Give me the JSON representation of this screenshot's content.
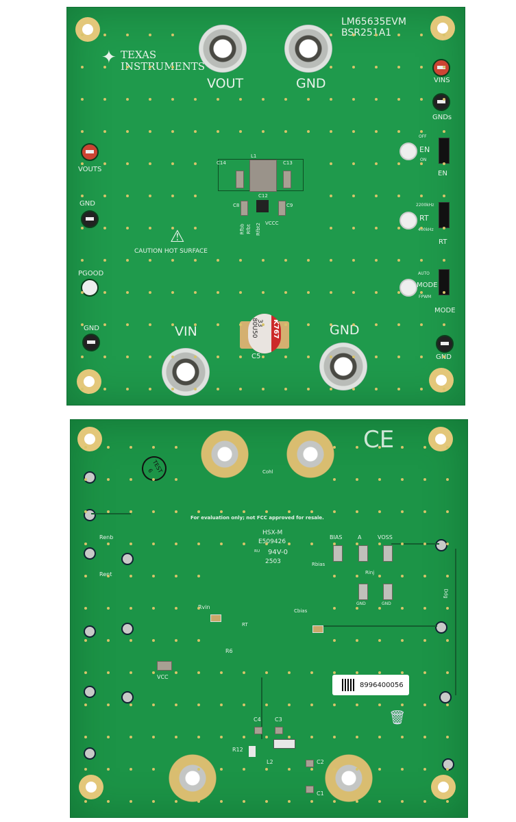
{
  "top_board": {
    "board_id": [
      "LM65635EVM",
      "BSR251A1"
    ],
    "logo": {
      "line1": "TEXAS",
      "line2": "INSTRUMENTS"
    },
    "terminals": {
      "vout": "VOUT",
      "gnd_top": "GND",
      "vin": "VIN",
      "gnd_bottom": "GND"
    },
    "test_points": {
      "vins": "VINS",
      "gnds": "GNDs",
      "vouts": "VOUTS",
      "gnd_left": "GND",
      "pgood": "PGOOD",
      "gnd_left2": "GND",
      "gnd_right": "GND"
    },
    "en": {
      "off": "OFF",
      "label": "EN",
      "on": "ON",
      "jumper": "EN"
    },
    "rt": {
      "high": "2200kHz",
      "label": "RT",
      "low": "400kHz",
      "jumper": "RT"
    },
    "mode": {
      "auto": "AUTO",
      "label": "MODE",
      "fpwm": "FPWM",
      "jumper": "MODE"
    },
    "caution": "CAUTION HOT SURFACE",
    "refdes": {
      "l1": "L1",
      "c14": "C14",
      "c13": "C13",
      "c8": "C8",
      "c12": "C12",
      "c9": "C9",
      "c5": "C5",
      "rfbb": "Rfbb",
      "rfbt": "Rfbt",
      "rfbt2": "Rfbt2",
      "vcc": "VCCC"
    },
    "capacitor": {
      "value": "33",
      "rating": "80U50",
      "code": "K767"
    }
  },
  "bottom_board": {
    "ce_mark": "CE",
    "test_stamp": [
      "TEST",
      "6"
    ],
    "cohl": "Cohl",
    "notice": "For evaluation only; not FCC approved for resale.",
    "ul": [
      "HSX-M",
      "E509426",
      "94V-0",
      "2503"
    ],
    "pads": {
      "bias": "BIAS",
      "a": "A",
      "voss": "VOSS",
      "gnd1": "GND",
      "gnd2": "GND"
    },
    "refdes": {
      "rbias": "Rbias",
      "rinj": "Rinj",
      "renb": "Renb",
      "rent": "Rent",
      "rvin": "Rvin",
      "cbias": "Cbias",
      "rt": "RT",
      "r6": "R6",
      "vcc": "VCC",
      "c4": "C4",
      "c3": "C3",
      "r12": "R12",
      "l2": "L2",
      "c2": "C2",
      "c1": "C1",
      "ddg": "Ddg"
    },
    "serial": "8996400056"
  }
}
